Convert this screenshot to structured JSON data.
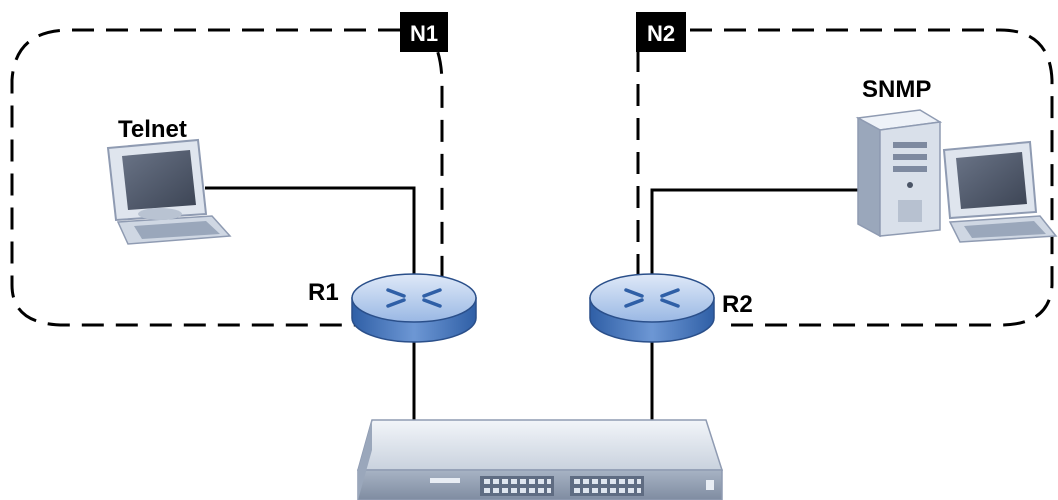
{
  "networks": [
    {
      "id": "n1",
      "label": "N1"
    },
    {
      "id": "n2",
      "label": "N2"
    }
  ],
  "routers": [
    {
      "id": "r1",
      "label": "R1",
      "icon": "router-icon"
    },
    {
      "id": "r2",
      "label": "R2",
      "icon": "router-icon"
    }
  ],
  "hosts": [
    {
      "id": "telnet",
      "label": "Telnet",
      "icon": "computer-icon"
    },
    {
      "id": "snmp",
      "label": "SNMP",
      "icon": "server-workstation-icon"
    }
  ],
  "switch": {
    "icon": "switch-icon"
  },
  "colors": {
    "line": "#000000",
    "router_top": "#b8d0f0",
    "router_side": "#3e6fb8",
    "device_body": "#dde4ef",
    "device_shadow": "#8f9bb2",
    "screen": "#4a5466",
    "tag_bg": "#000000"
  }
}
